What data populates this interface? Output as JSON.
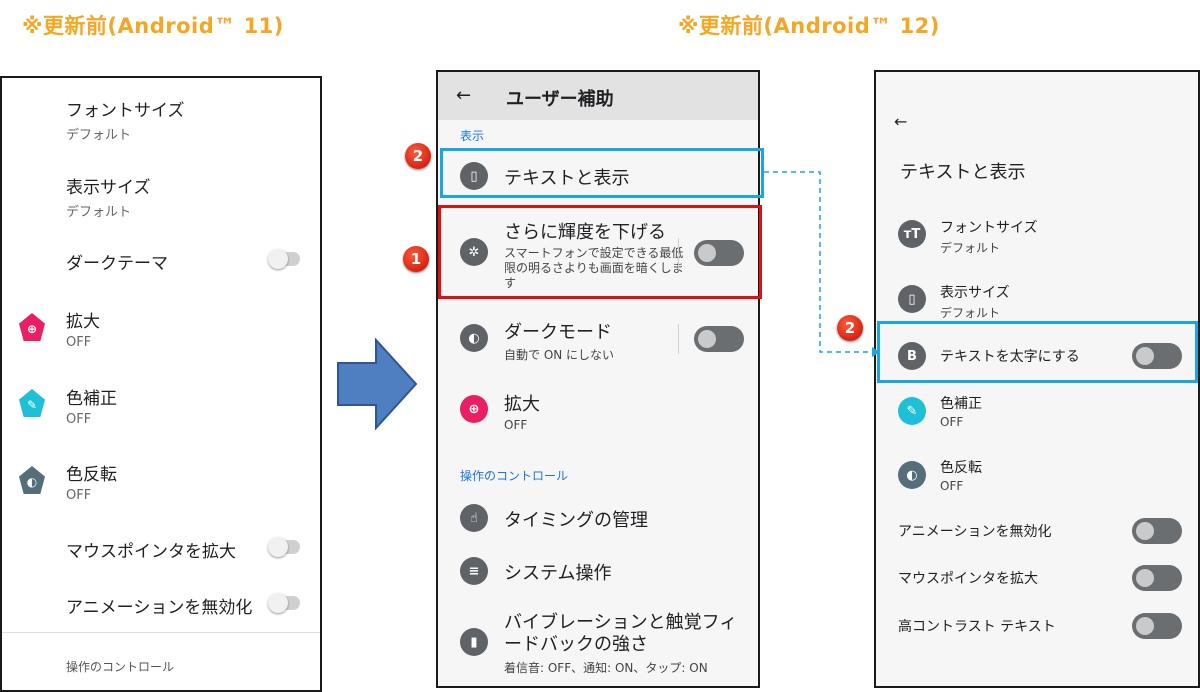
{
  "headings": {
    "left": "※更新前(Android™ 11)",
    "right": "※更新前(Android™ 12)"
  },
  "panel_a11": {
    "font_size": {
      "title": "フォントサイズ",
      "value": "デフォルト"
    },
    "display_size": {
      "title": "表示サイズ",
      "value": "デフォルト"
    },
    "dark_theme": {
      "title": "ダークテーマ"
    },
    "magnification": {
      "title": "拡大",
      "value": "OFF"
    },
    "color_correction": {
      "title": "色補正",
      "value": "OFF"
    },
    "color_inversion": {
      "title": "色反転",
      "value": "OFF"
    },
    "mouse_pointer": {
      "title": "マウスポインタを拡大"
    },
    "remove_animations": {
      "title": "アニメーションを無効化"
    },
    "section_controls": "操作のコントロール"
  },
  "panel_a12": {
    "header": {
      "back_icon": "←",
      "title": "ユーザー補助"
    },
    "section_display": "表示",
    "text_and_display": {
      "title": "テキストと表示"
    },
    "extra_dim": {
      "title": "さらに輝度を下げる",
      "desc": "スマートフォンで設定できる最低限の明るさよりも画面を暗くします"
    },
    "dark_mode": {
      "title": "ダークモード",
      "desc": "自動で ON にしない"
    },
    "magnification": {
      "title": "拡大",
      "value": "OFF"
    },
    "section_controls": "操作のコントロール",
    "timing": {
      "title": "タイミングの管理"
    },
    "system_controls": {
      "title": "システム操作"
    },
    "vibration": {
      "title": "バイブレーションと触覚フィードバックの強さ",
      "desc": "着信音: OFF、通知: ON、タップ: ON"
    }
  },
  "panel_text": {
    "back_icon": "←",
    "title": "テキストと表示",
    "font_size": {
      "title": "フォントサイズ",
      "value": "デフォルト",
      "icon_glyph": "тT"
    },
    "display_size": {
      "title": "表示サイズ",
      "value": "デフォルト"
    },
    "bold_text": {
      "title": "テキストを太字にする",
      "icon_glyph": "B"
    },
    "color_correction": {
      "title": "色補正",
      "value": "OFF"
    },
    "color_inversion": {
      "title": "色反転",
      "value": "OFF"
    },
    "remove_animations": {
      "title": "アニメーションを無効化"
    },
    "mouse_pointer": {
      "title": "マウスポインタを拡大"
    },
    "high_contrast": {
      "title": "高コントラスト テキスト"
    }
  },
  "badges": {
    "one": "1",
    "two": "2"
  },
  "colors": {
    "heading": "#f5a623",
    "highlight_blue": "#1aa7e0",
    "highlight_red": "#e01010",
    "arrow_fill": "#4f7fc0",
    "magnify_pink": "#e91e63",
    "correction_cyan": "#1ec0d8",
    "inversion_slate": "#546e7a"
  }
}
